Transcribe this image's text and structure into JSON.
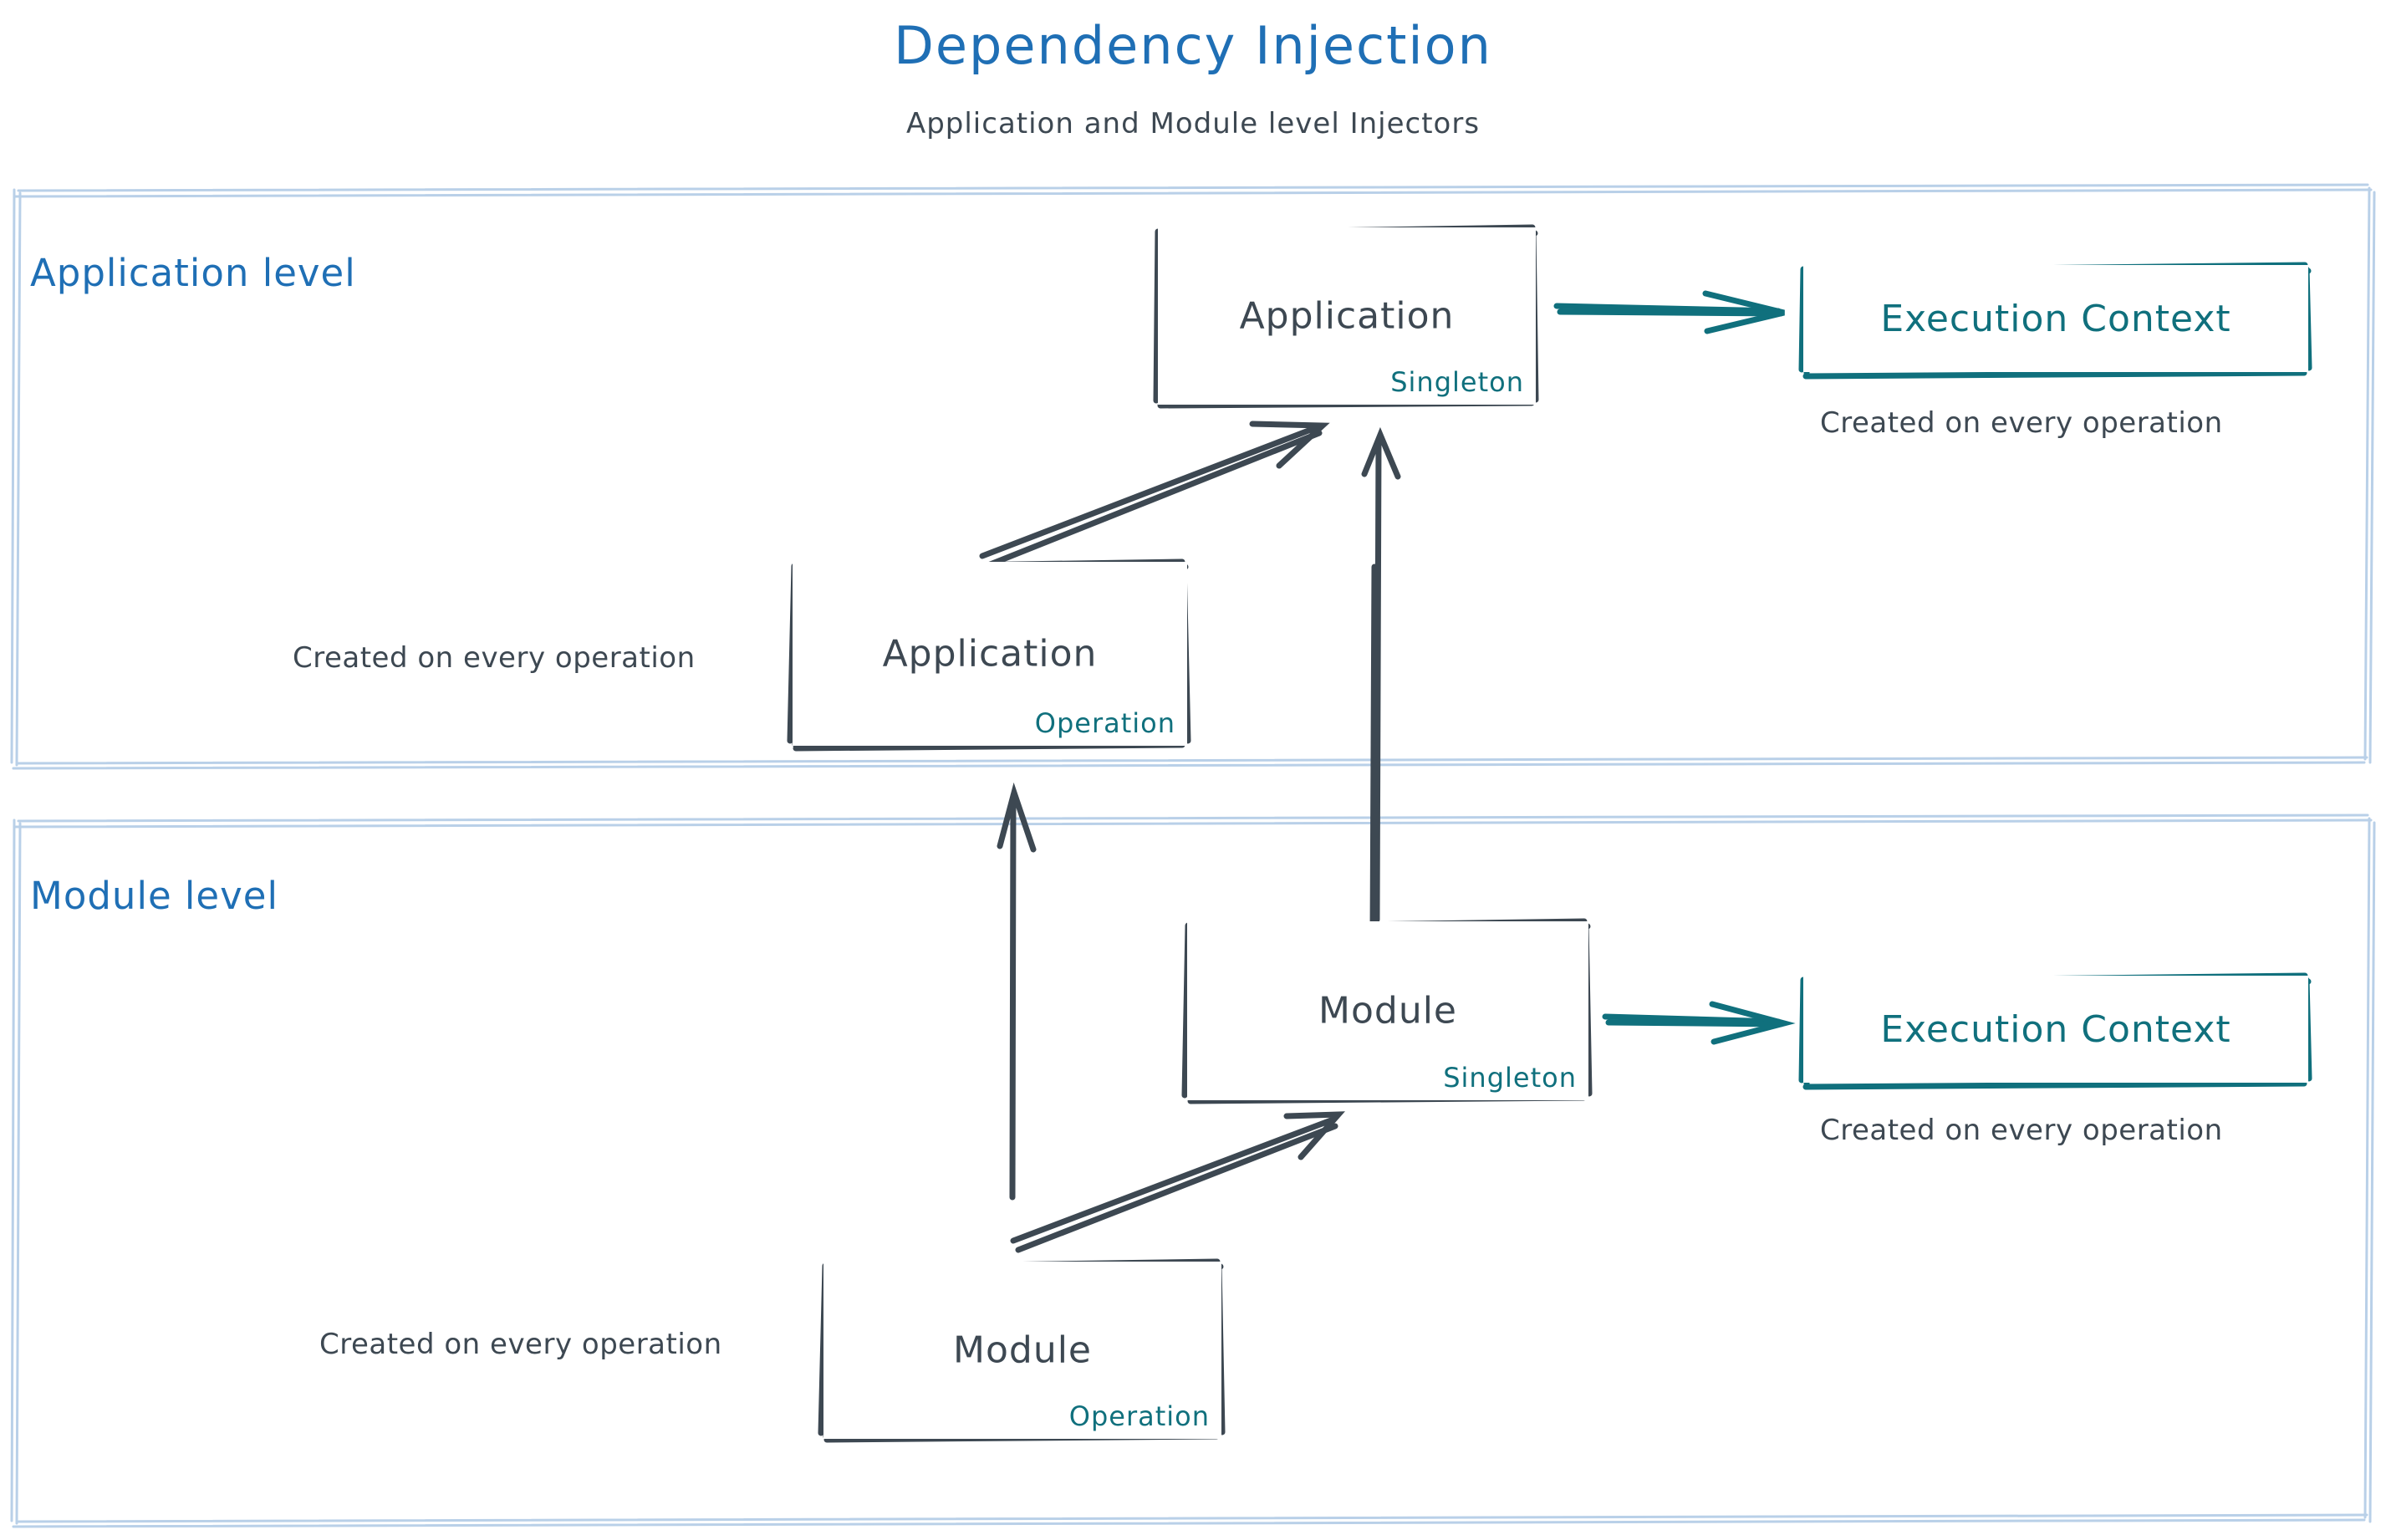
{
  "header": {
    "title": "Dependency Injection",
    "subtitle": "Application and Module level Injectors"
  },
  "colors": {
    "title_blue": "#1f6fb5",
    "lane_border": "#b9d0e8",
    "node_stroke": "#3d4852",
    "scope_teal": "#10707d",
    "caption_gray": "#3d4852",
    "background": "#ffffff"
  },
  "lanes": [
    {
      "id": "application-level",
      "label": "Application level"
    },
    {
      "id": "module-level",
      "label": "Module level"
    }
  ],
  "nodes": [
    {
      "id": "application-singleton",
      "title": "Application",
      "scope": "Singleton"
    },
    {
      "id": "application-operation",
      "title": "Application",
      "scope": "Operation"
    },
    {
      "id": "module-singleton",
      "title": "Module",
      "scope": "Singleton"
    },
    {
      "id": "module-operation",
      "title": "Module",
      "scope": "Operation"
    }
  ],
  "context_nodes": [
    {
      "id": "application-execution-context",
      "label": "Execution Context",
      "caption": "Created on every operation"
    },
    {
      "id": "module-execution-context",
      "label": "Execution Context",
      "caption": "Created on every operation"
    }
  ],
  "captions": [
    {
      "id": "application-operation-caption",
      "text": "Created on every operation"
    },
    {
      "id": "module-operation-caption",
      "text": "Created on every operation"
    }
  ],
  "edges": [
    {
      "id": "application-singleton-to-execution-context",
      "from": "application-singleton",
      "to": "application-execution-context",
      "style": "teal-arrow"
    },
    {
      "id": "application-operation-to-application-singleton",
      "from": "application-operation",
      "to": "application-singleton",
      "style": "dark-arrow"
    },
    {
      "id": "module-singleton-to-application-singleton",
      "from": "module-singleton",
      "to": "application-singleton",
      "style": "dark-arrow"
    },
    {
      "id": "module-operation-to-application-operation",
      "from": "module-operation",
      "to": "application-operation",
      "style": "dark-arrow"
    },
    {
      "id": "module-operation-to-module-singleton",
      "from": "module-operation",
      "to": "module-singleton",
      "style": "dark-arrow"
    },
    {
      "id": "module-singleton-to-execution-context",
      "from": "module-singleton",
      "to": "module-execution-context",
      "style": "teal-arrow"
    }
  ]
}
